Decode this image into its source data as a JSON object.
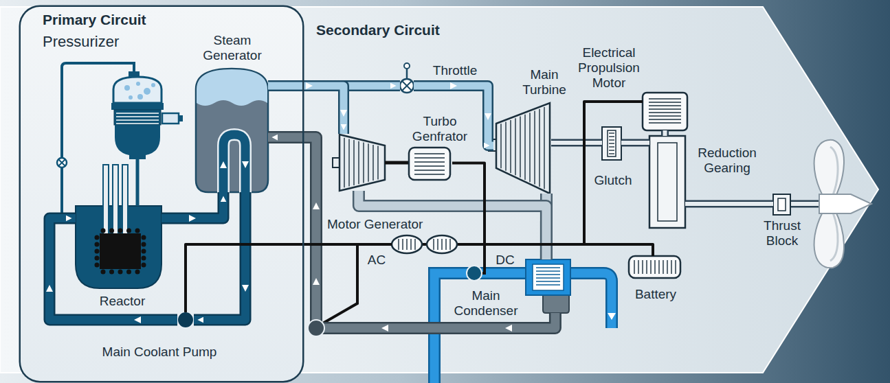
{
  "diagram": {
    "nodes": [
      {
        "text": [
          "Primary Circuit"
        ]
      },
      {
        "text": [
          "Pressurizer"
        ],
        "in": 0
      },
      {
        "text": [
          "Steam Generator"
        ],
        "in": 0
      },
      {
        "text": [
          "Reactor"
        ],
        "in": 0
      },
      {
        "text": [
          "Main Coolant Pump"
        ],
        "in": 0
      },
      {
        "text": [
          "Secondary Circuit"
        ]
      },
      {
        "text": [
          "Throttle"
        ],
        "in": 5
      },
      {
        "text": [
          "Electrical Propulsion Motor"
        ],
        "in": 5
      },
      {
        "text": [
          "Main Turbine"
        ],
        "in": 5
      },
      {
        "text": [
          "Turbo Genfrator"
        ],
        "in": 5
      },
      {
        "text": [
          "Reduction Gearing"
        ],
        "in": 5
      },
      {
        "text": [
          "Glutch"
        ],
        "in": 5
      },
      {
        "text": [
          "Motor Generator"
        ],
        "in": 5
      },
      {
        "text": [
          "Thrust Block"
        ],
        "in": 5
      },
      {
        "text": [
          "Main Condenser"
        ],
        "in": 5
      },
      {
        "text": [
          "Battery"
        ],
        "in": 5
      }
    ],
    "edges": [
      {
        "from": 3,
        "to": 2,
        "arrow": "to"
      },
      {
        "from": 2,
        "to": 4,
        "arrow": "to"
      },
      {
        "from": 4,
        "to": 3,
        "arrow": "to"
      },
      {
        "from": 1,
        "to": 3,
        "arrow": "none"
      },
      {
        "from": 2,
        "to": 6,
        "arrow": "to"
      },
      {
        "from": 6,
        "to": 8,
        "arrow": "to"
      },
      {
        "from": 2,
        "to": 9,
        "arrow": "to"
      },
      {
        "from": 8,
        "to": 11,
        "arrow": "none"
      },
      {
        "from": 11,
        "to": 10,
        "arrow": "none"
      },
      {
        "from": 7,
        "to": 10,
        "arrow": "none"
      },
      {
        "from": 10,
        "to": 13,
        "arrow": "none"
      },
      {
        "from": 8,
        "to": 14,
        "arrow": "none"
      },
      {
        "from": 9,
        "to": 14,
        "arrow": "none"
      },
      {
        "from": 14,
        "to": 2,
        "arrow": "to"
      },
      {
        "from": 9,
        "to": 12,
        "arrow": "none"
      },
      {
        "from": 12,
        "to": 7,
        "arrow": "none"
      },
      {
        "from": 12,
        "to": 15,
        "arrow": "none"
      },
      {
        "from": 12,
        "to": 4,
        "arrow": "none"
      }
    ],
    "labels": [
      "AC",
      "DC"
    ]
  }
}
